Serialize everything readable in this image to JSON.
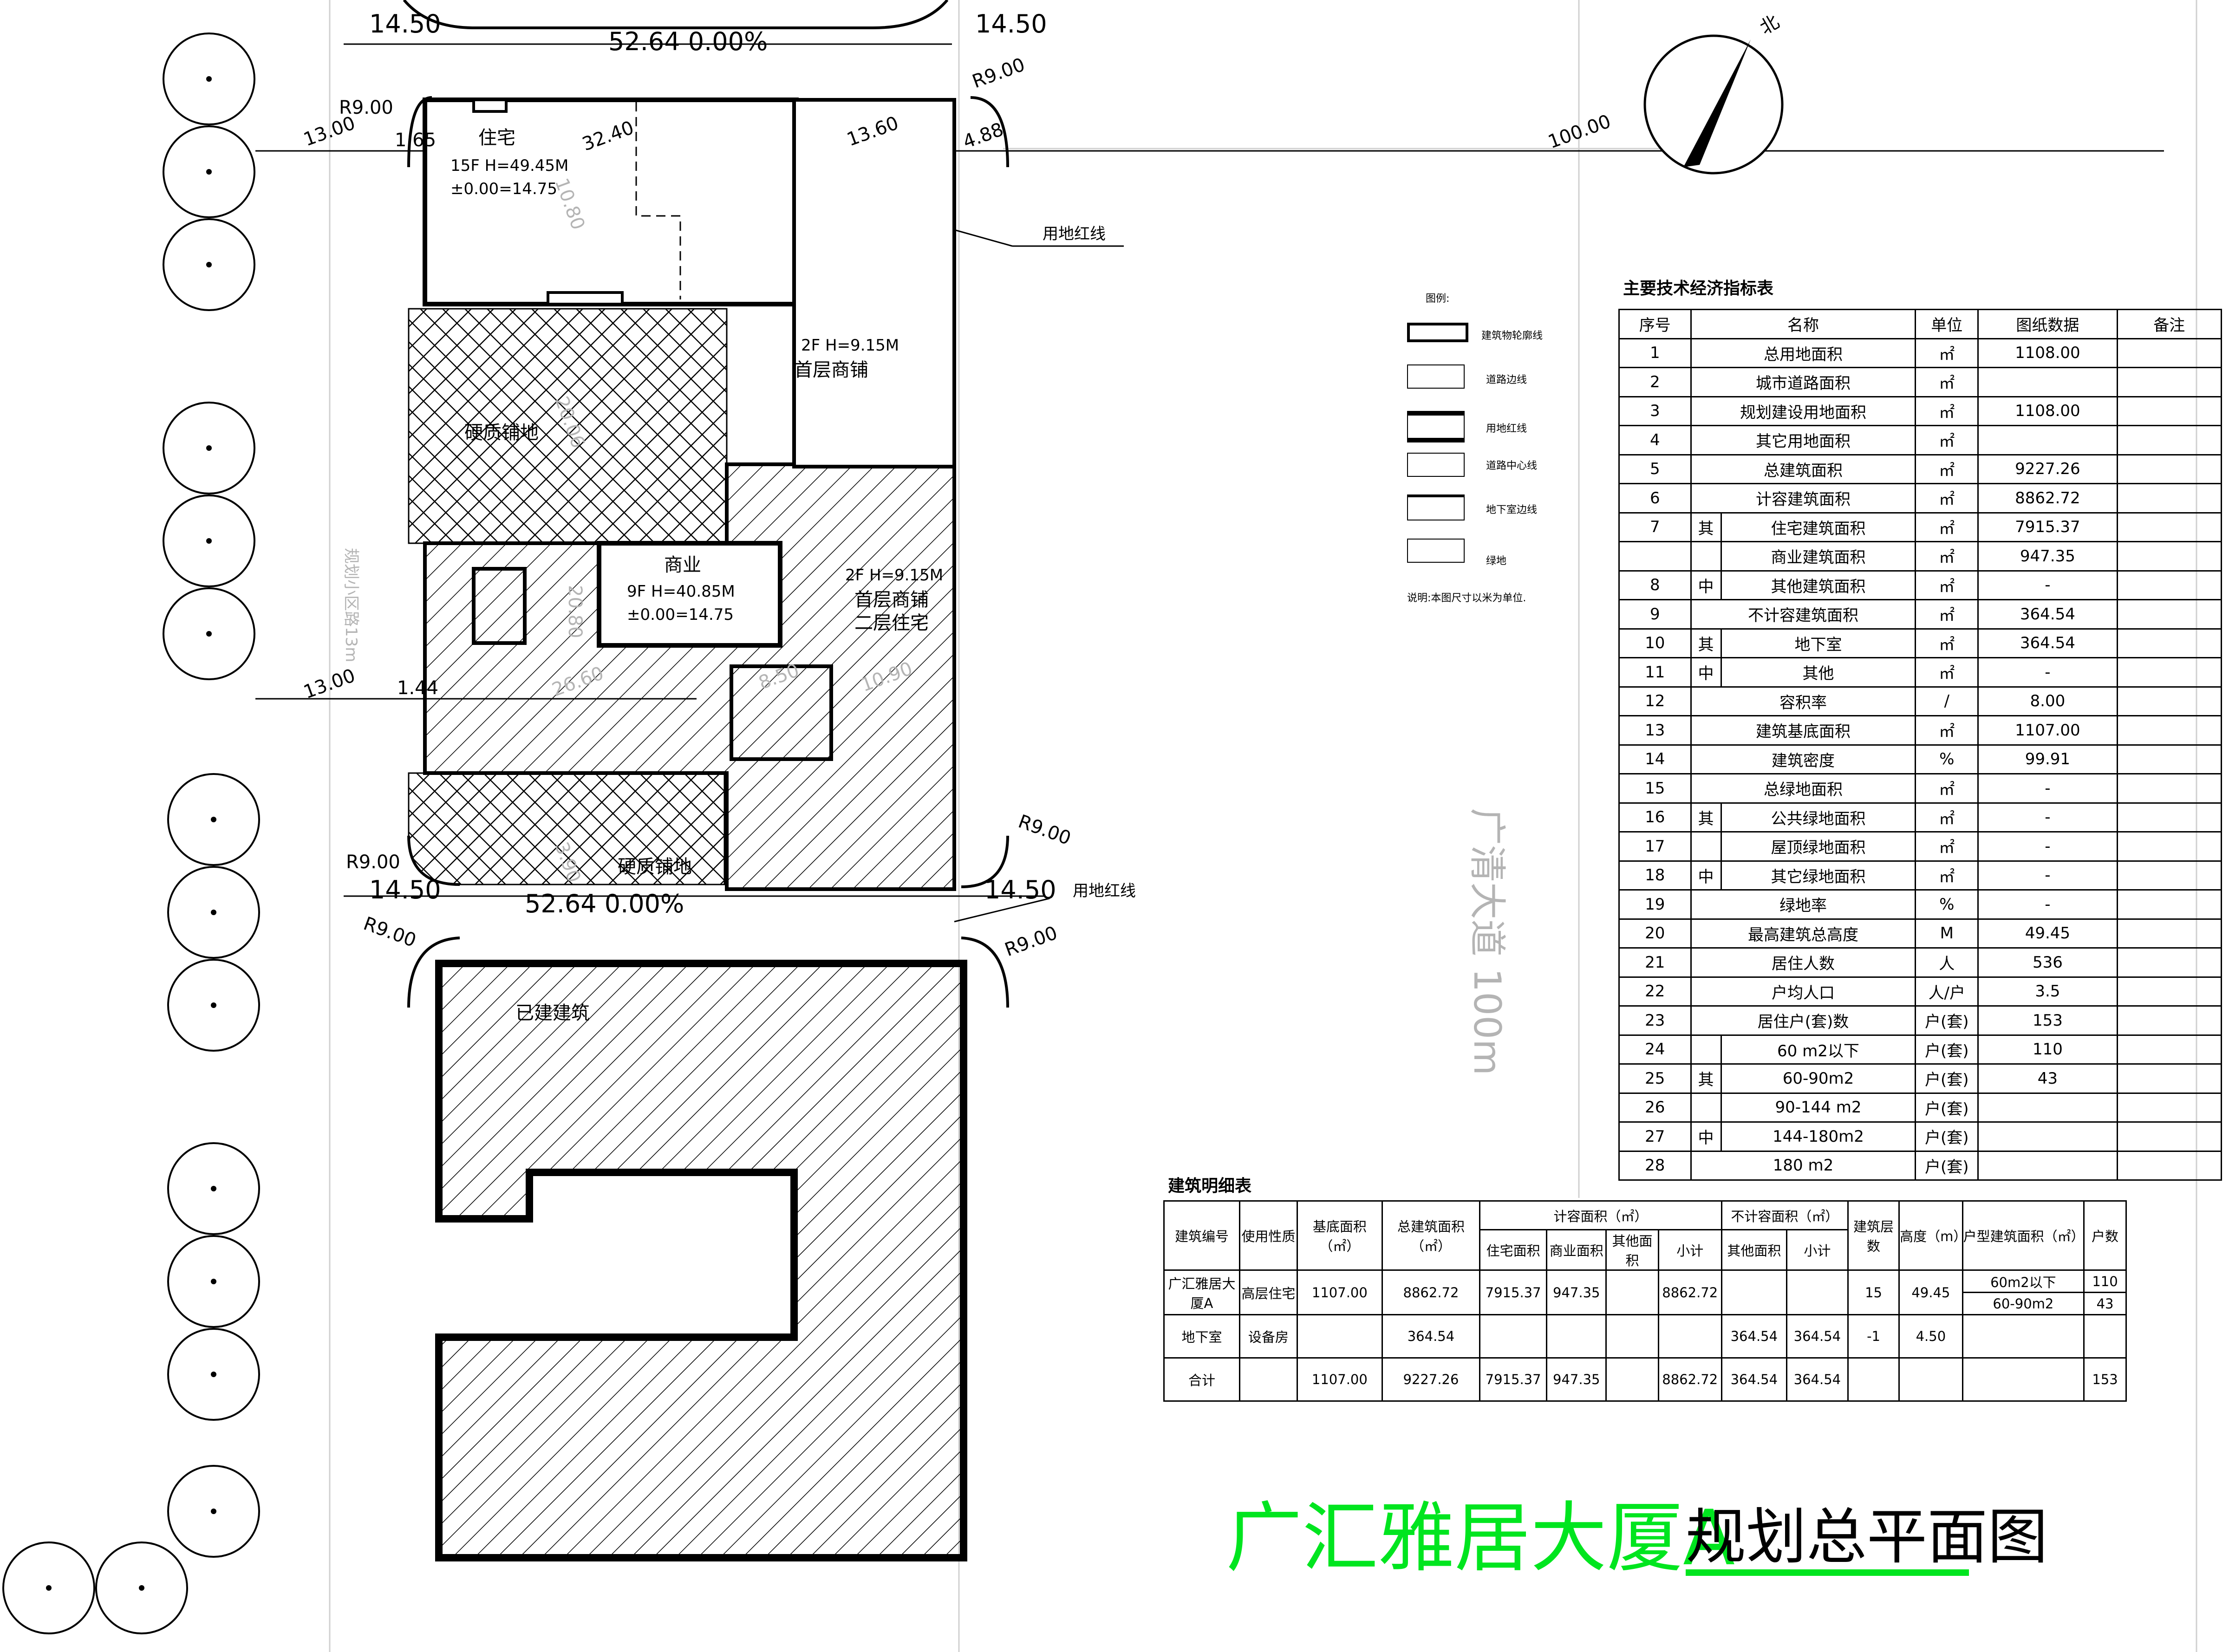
{
  "title": {
    "main": "广汇雅居大厦A",
    "sub": "规划总平面图"
  },
  "compass": {
    "label": "北"
  },
  "road": {
    "label": "广清大道 100m"
  },
  "side_road_label": "规划小区路13m",
  "dimensions": {
    "top_left_width": "14.50",
    "top_right_width": "14.50",
    "top_road": "52.64 0.00%",
    "bottom_left_width": "14.50",
    "bottom_right_width": "14.50",
    "bottom_road": "52.64 0.00%",
    "r_top_left": "R9.00",
    "r_top_right": "R9.00",
    "r_mid_left": "R9.00",
    "r_mid_right": "R9.00",
    "r_bot_left": "R9.00",
    "r_bot_right": "R9.00",
    "line_left_top": "13.00",
    "line_165": "1.65",
    "line_3240": "32.40",
    "line_1360": "13.60",
    "line_488": "4.88",
    "line_100": "100.00",
    "line_left_mid": "13.00",
    "line_144": "1.44",
    "v_1080": "10.80",
    "v_2080": "20.80",
    "v_2660": "26.60",
    "v_850": "8.50",
    "v_1090": "10.90",
    "v_2006": "20.06",
    "v_390": "3.90"
  },
  "red_line_labels": [
    "用地红线",
    "用地红线"
  ],
  "buildings": {
    "residential": {
      "name": "住宅",
      "line1": "15F H=49.45M",
      "line2": "±0.00=14.75"
    },
    "shop_top": {
      "line1": "2F H=9.15M",
      "line2": "首层商铺"
    },
    "hard_top": "硬质铺地",
    "commercial": {
      "name": "商业",
      "line1": "9F H=40.85M",
      "line2": "±0.00=14.75"
    },
    "shop_mid": {
      "line1": "2F H=9.15M",
      "line2": "首层商铺",
      "line3": "二层住宅"
    },
    "hard_bottom": "硬质铺地",
    "existing": "已建建筑"
  },
  "legend": {
    "title": "图例:",
    "items": [
      "建筑物轮廓线",
      "道路边线",
      "用地红线",
      "道路中心线",
      "地下室边线",
      "绿地"
    ],
    "note": "说明:本图尺寸以米为单位."
  },
  "tech_table": {
    "title": "主要技术经济指标表",
    "headers": [
      "序号",
      "名称",
      "单位",
      "图纸数据",
      "备注"
    ],
    "group_label_top": "其",
    "group_label_bottom": "中",
    "rows": [
      [
        "1",
        "",
        "总用地面积",
        "㎡",
        "1108.00"
      ],
      [
        "2",
        "",
        "城市道路面积",
        "㎡",
        ""
      ],
      [
        "3",
        "",
        "规划建设用地面积",
        "㎡",
        "1108.00"
      ],
      [
        "4",
        "",
        "其它用地面积",
        "㎡",
        ""
      ],
      [
        "5",
        "",
        "总建筑面积",
        "㎡",
        "9227.26"
      ],
      [
        "6",
        "",
        "计容建筑面积",
        "㎡",
        "8862.72"
      ],
      [
        "7",
        "其",
        "住宅建筑面积",
        "㎡",
        "7915.37"
      ],
      [
        "",
        "",
        "商业建筑面积",
        "㎡",
        "947.35"
      ],
      [
        "8",
        "中",
        "其他建筑面积",
        "㎡",
        "-"
      ],
      [
        "9",
        "",
        "不计容建筑面积",
        "㎡",
        "364.54"
      ],
      [
        "10",
        "其",
        "地下室",
        "㎡",
        "364.54"
      ],
      [
        "11",
        "中",
        "其他",
        "㎡",
        "-"
      ],
      [
        "12",
        "",
        "容积率",
        "/",
        "8.00"
      ],
      [
        "13",
        "",
        "建筑基底面积",
        "㎡",
        "1107.00"
      ],
      [
        "14",
        "",
        "建筑密度",
        "%",
        "99.91"
      ],
      [
        "15",
        "",
        "总绿地面积",
        "㎡",
        "-"
      ],
      [
        "16",
        "其",
        "公共绿地面积",
        "㎡",
        "-"
      ],
      [
        "17",
        "",
        "屋顶绿地面积",
        "㎡",
        "-"
      ],
      [
        "18",
        "中",
        "其它绿地面积",
        "㎡",
        "-"
      ],
      [
        "19",
        "",
        "绿地率",
        "%",
        "-"
      ],
      [
        "20",
        "",
        "最高建筑总高度",
        "M",
        "49.45"
      ],
      [
        "21",
        "",
        "居住人数",
        "人",
        "536"
      ],
      [
        "22",
        "",
        "户均人口",
        "人/户",
        "3.5"
      ],
      [
        "23",
        "",
        "居住户(套)数",
        "户(套)",
        "153"
      ],
      [
        "24",
        "",
        "60 m2以下",
        "户(套)",
        "110"
      ],
      [
        "25",
        "其",
        "60-90m2",
        "户(套)",
        "43"
      ],
      [
        "26",
        "",
        "90-144 m2",
        "户(套)",
        ""
      ],
      [
        "27",
        "中",
        "144-180m2",
        "户(套)",
        ""
      ],
      [
        "28",
        "",
        "180 m2",
        "户(套)",
        ""
      ]
    ]
  },
  "detail_table": {
    "title": "建筑明细表",
    "h1": [
      "建筑编号",
      "使用性质",
      "基底面积（㎡）",
      "总建筑面积（㎡）",
      "计容面积（㎡）",
      "不计容面积（㎡）",
      "建筑层数",
      "高度（m）",
      "户型建筑面积（㎡）",
      "户数"
    ],
    "h2": [
      "住宅面积",
      "商业面积",
      "其他面积",
      "小计",
      "其他面积",
      "小计"
    ],
    "rows": [
      [
        "广汇雅居大厦A",
        "高层住宅",
        "1107.00",
        "8862.72",
        "7915.37",
        "947.35",
        "",
        "8862.72",
        "",
        "",
        "15",
        "49.45",
        "60m2以下",
        "110",
        "60-90m2",
        "43"
      ],
      [
        "地下室",
        "设备房",
        "",
        "364.54",
        "",
        "",
        "",
        "",
        "364.54",
        "364.54",
        "-1",
        "4.50",
        "",
        "",
        "",
        ""
      ],
      [
        "合计",
        "",
        "1107.00",
        "9227.26",
        "7915.37",
        "947.35",
        "",
        "8862.72",
        "364.54",
        "364.54",
        "",
        "",
        "",
        "153",
        "",
        ""
      ]
    ]
  }
}
